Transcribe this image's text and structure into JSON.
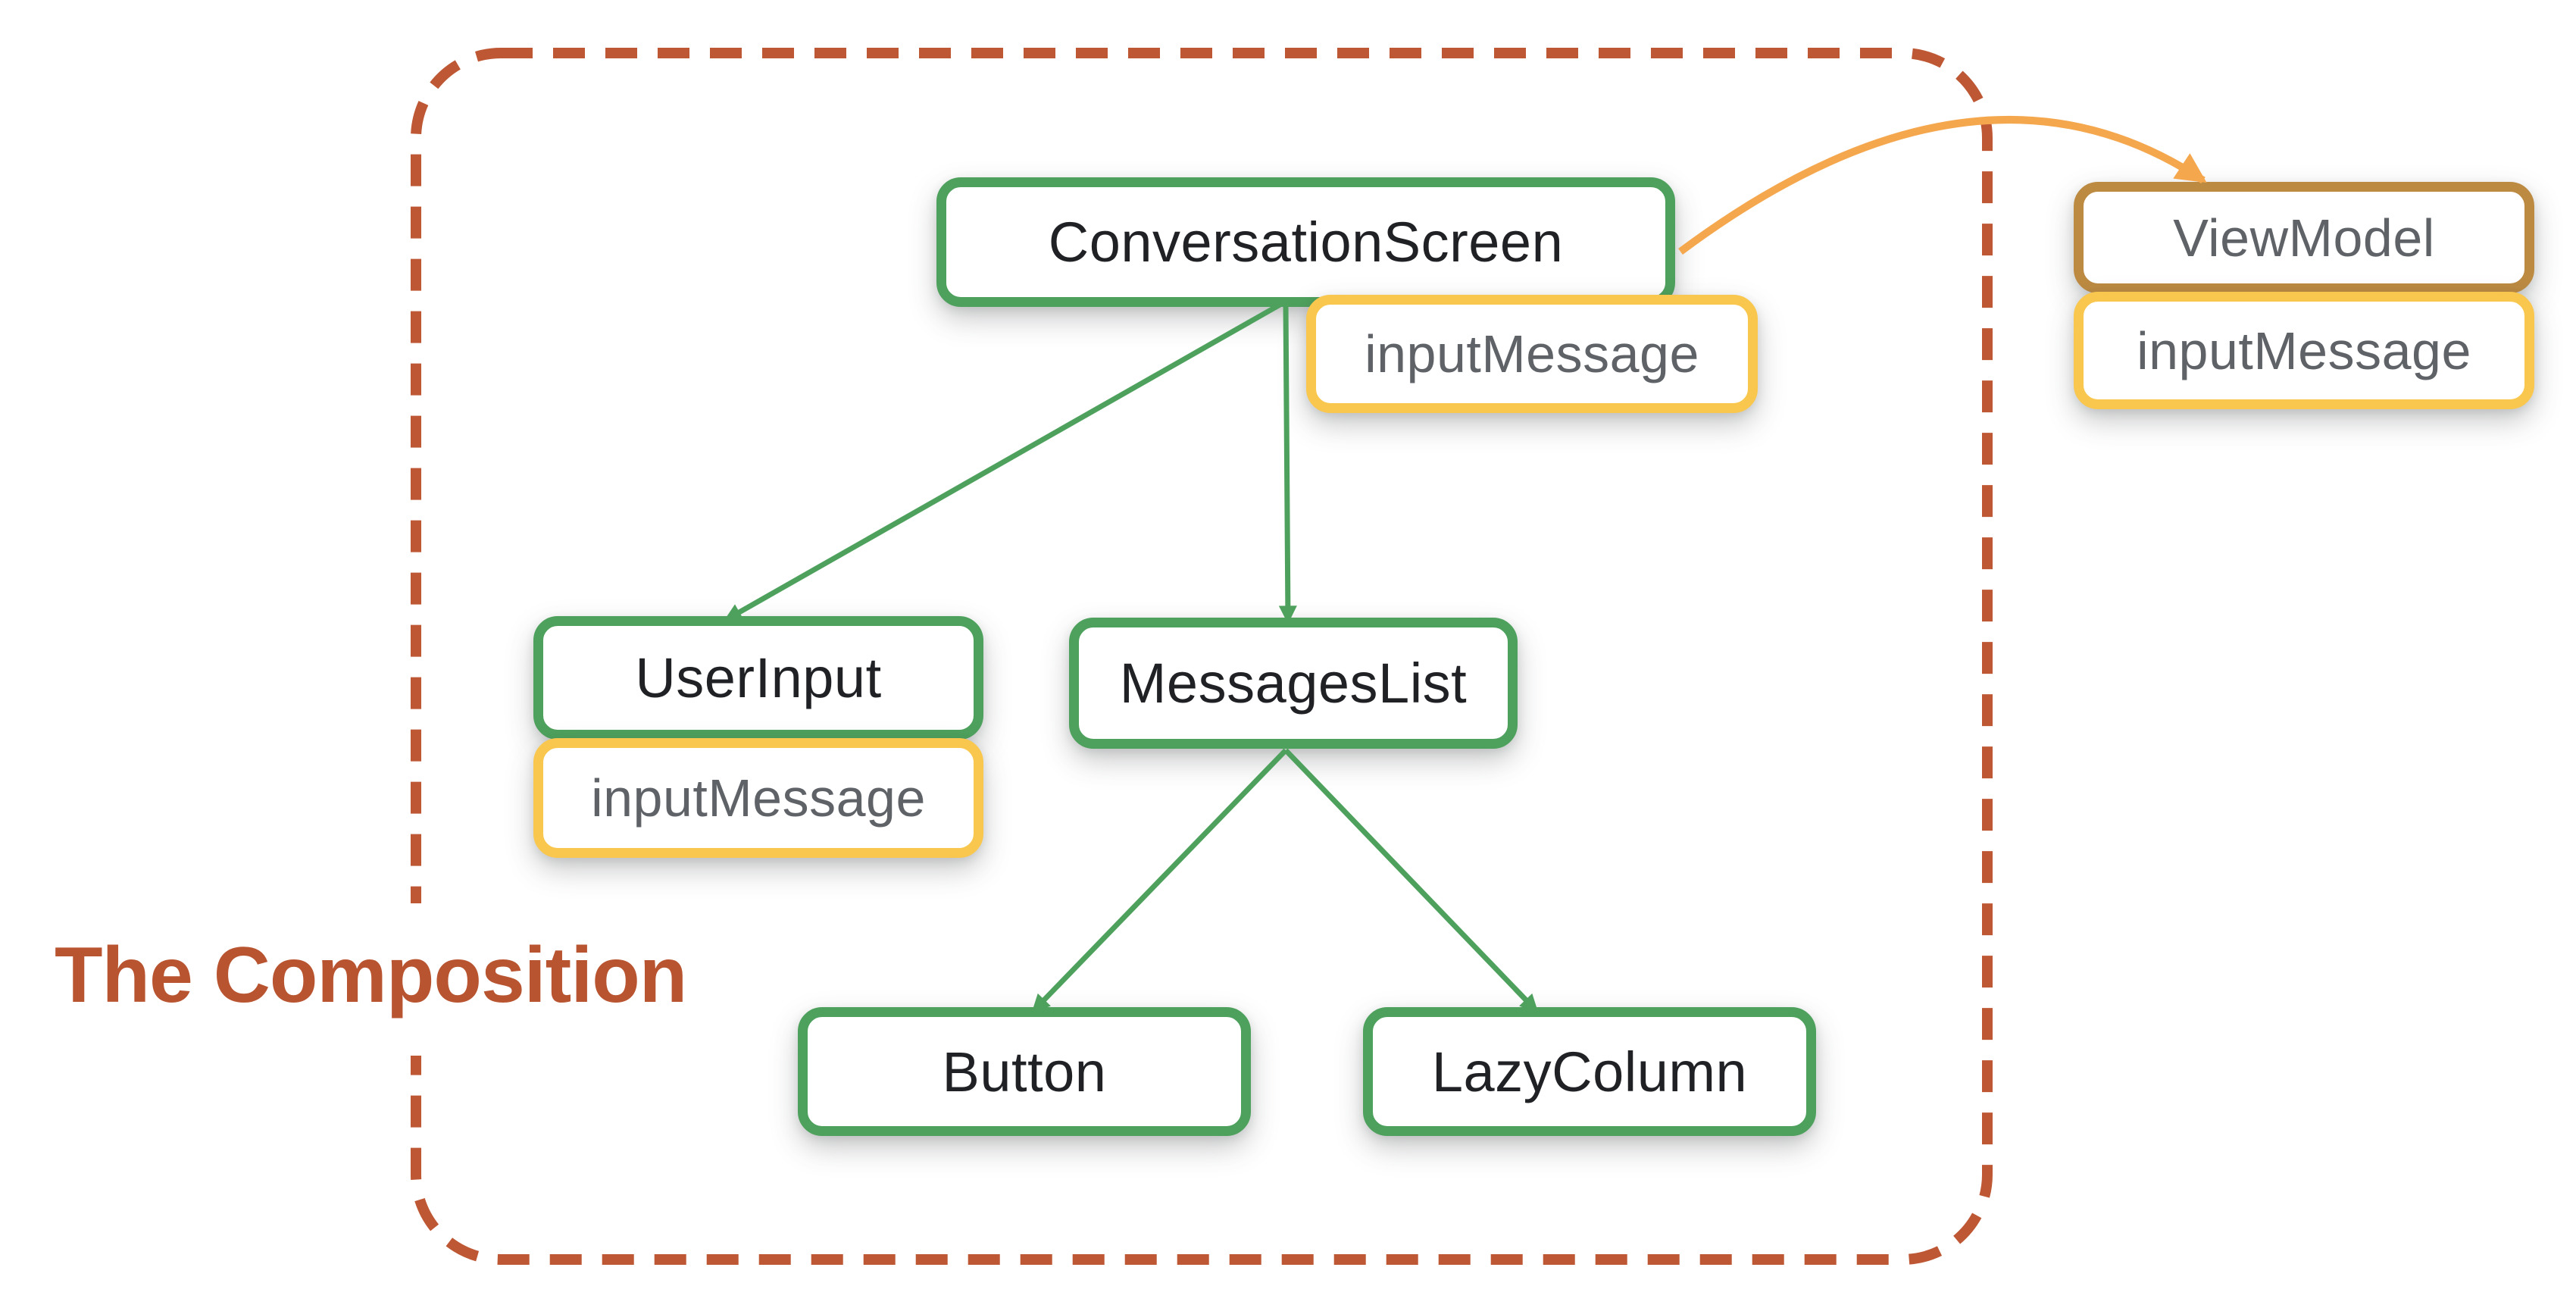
{
  "title": "The Composition",
  "boxes": {
    "conversation_screen": "ConversationScreen",
    "conversation_state": "inputMessage",
    "user_input": "UserInput",
    "user_input_state": "inputMessage",
    "messages_list": "MessagesList",
    "button": "Button",
    "lazy_column": "LazyColumn",
    "view_model": "ViewModel",
    "view_model_state": "inputMessage"
  },
  "edges": [
    {
      "from": "ConversationScreen",
      "to": "UserInput",
      "style": "straight-arrow",
      "color": "#4EA15D"
    },
    {
      "from": "ConversationScreen",
      "to": "MessagesList",
      "style": "straight-arrow",
      "color": "#4EA15D"
    },
    {
      "from": "MessagesList",
      "to": "Button",
      "style": "straight-arrow",
      "color": "#4EA15D"
    },
    {
      "from": "MessagesList",
      "to": "LazyColumn",
      "style": "straight-arrow",
      "color": "#4EA15D"
    },
    {
      "from": "ConversationScreen",
      "to": "ViewModel",
      "style": "curved-arrow",
      "color": "#F5A74E"
    }
  ],
  "colors": {
    "composable_border": "#4EA15D",
    "state_border": "#F9C74E",
    "viewmodel_border": "#BC8A41",
    "boundary_dash": "#BE5733",
    "title_text": "#B95430",
    "curved_arrow": "#F5A74E",
    "composable_text": "#1F2124",
    "state_text": "#5F6368",
    "background": "#FFFFFF"
  }
}
